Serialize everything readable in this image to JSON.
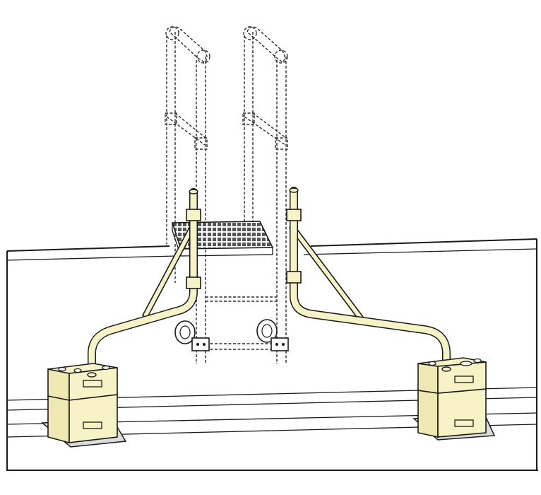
{
  "colors": {
    "ballast": "#f7f3c6",
    "ballast_side": "#efe8b2",
    "pipe": "#f7f3c6",
    "line": "#1a1a1a",
    "background": "#ffffff",
    "grating": "#555555"
  },
  "icons": [
    "ladder-outline",
    "platform-grating",
    "support-pipe",
    "ballast-block",
    "wheel",
    "clamp"
  ]
}
